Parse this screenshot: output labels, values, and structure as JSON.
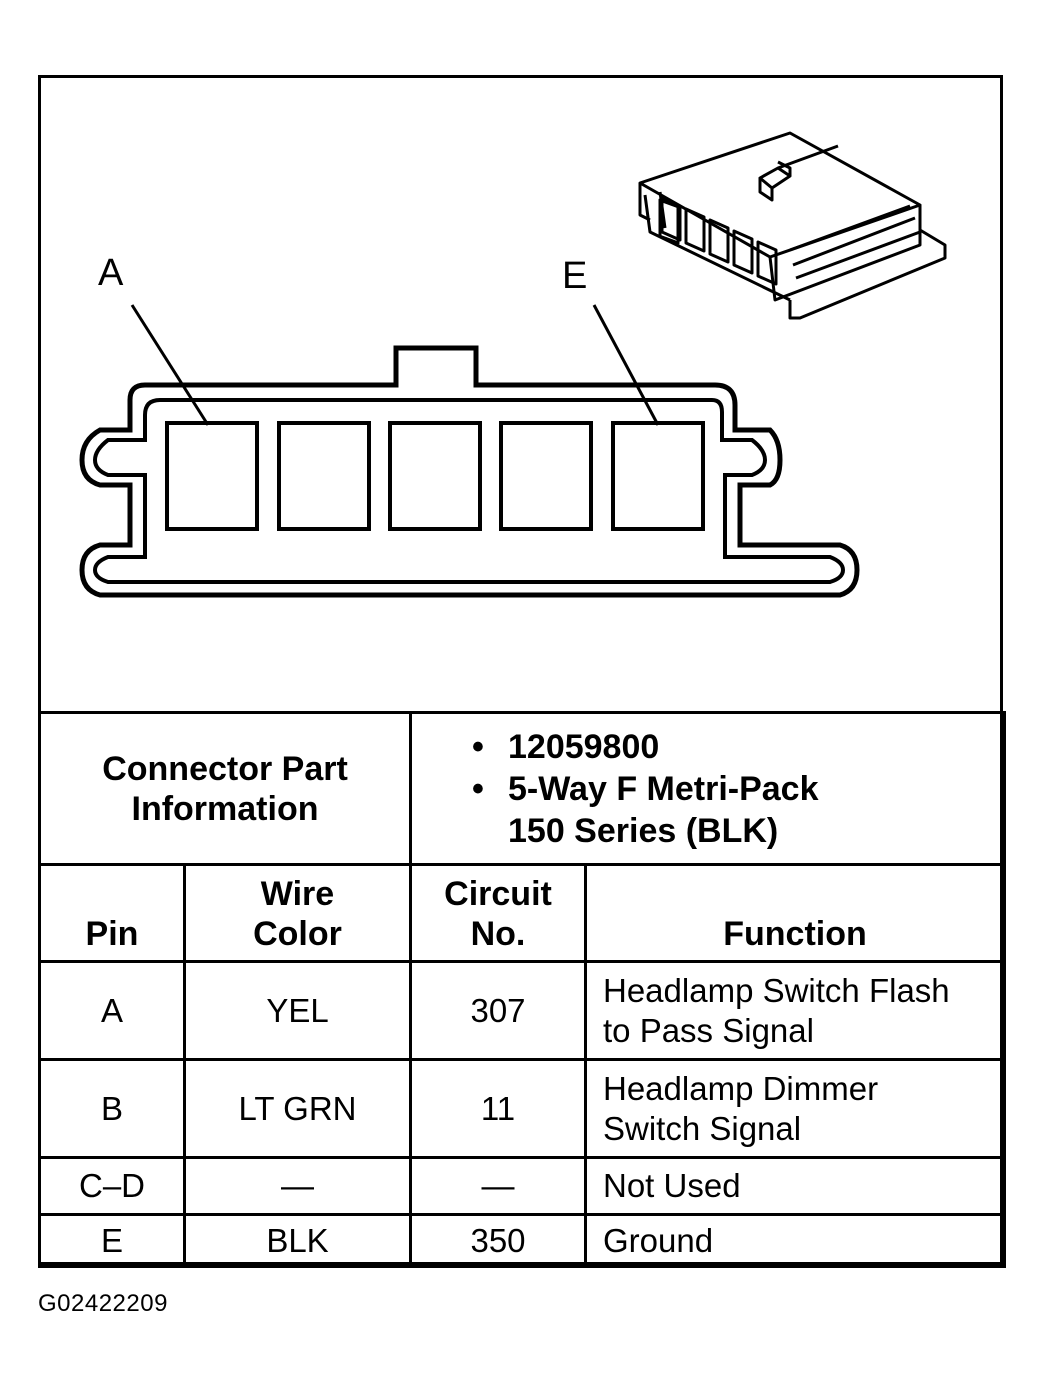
{
  "diagram": {
    "label_a": "A",
    "label_e": "E"
  },
  "connector_info": {
    "title_line1": "Connector Part",
    "title_line2": "Information",
    "part_number": "12059800",
    "description_line1": "5-Way F Metri-Pack",
    "description_line2": "150 Series (BLK)"
  },
  "table": {
    "headers": {
      "pin": "Pin",
      "wire_color_line1": "Wire",
      "wire_color_line2": "Color",
      "circuit_line1": "Circuit",
      "circuit_line2": "No.",
      "function": "Function"
    },
    "rows": [
      {
        "pin": "A",
        "wire_color": "YEL",
        "circuit": "307",
        "function_line1": "Headlamp Switch Flash",
        "function_line2": "to Pass Signal"
      },
      {
        "pin": "B",
        "wire_color": "LT GRN",
        "circuit": "11",
        "function_line1": "Headlamp Dimmer",
        "function_line2": "Switch Signal"
      },
      {
        "pin": "C–D",
        "wire_color": "—",
        "circuit": "—",
        "function_line1": "Not Used",
        "function_line2": ""
      },
      {
        "pin": "E",
        "wire_color": "BLK",
        "circuit": "350",
        "function_line1": "Ground",
        "function_line2": ""
      }
    ]
  },
  "figure_code": "G02422209"
}
